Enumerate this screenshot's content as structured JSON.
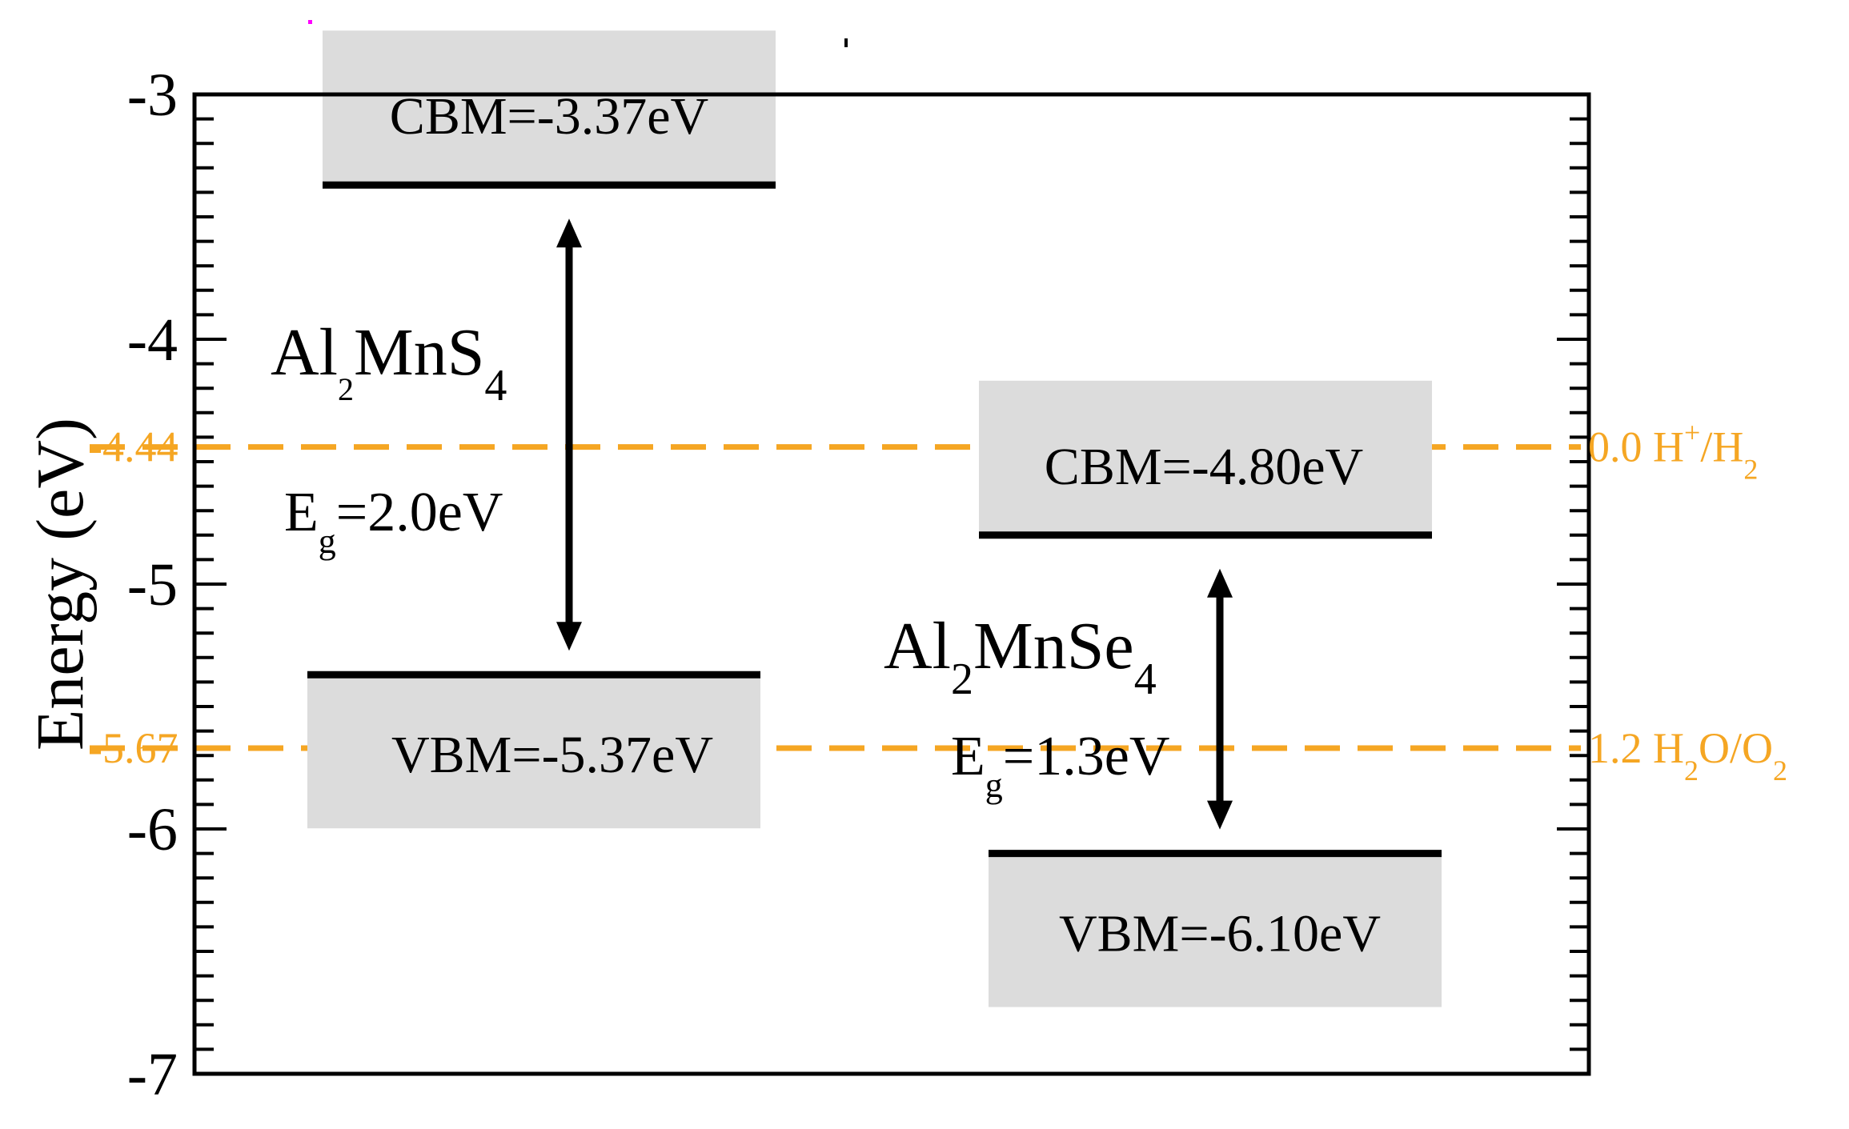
{
  "chart_data": {
    "type": "band-diagram",
    "ylabel": "Energy (eV)",
    "ylim": [
      -7,
      -3
    ],
    "y_ticks": [
      {
        "value": -3,
        "label": "-3"
      },
      {
        "value": -4,
        "label": "-4"
      },
      {
        "value": -5,
        "label": "-5"
      },
      {
        "value": -6,
        "label": "-6"
      },
      {
        "value": -7,
        "label": "-7"
      }
    ],
    "materials": [
      {
        "formula": {
          "a": "Al",
          "a_sub": "2",
          "b": "MnS",
          "b_sub": "4"
        },
        "cbm_value": -3.37,
        "vbm_value": -5.37,
        "cbm_label": "CBM=-3.37eV",
        "vbm_label": "VBM=-5.37eV",
        "gap": {
          "e": "E",
          "sub": "g",
          "value": "=2.0eV"
        }
      },
      {
        "formula": {
          "a": "Al",
          "a_sub": "2",
          "b": "MnSe",
          "b_sub": "4"
        },
        "cbm_value": -4.8,
        "vbm_value": -6.1,
        "cbm_label": "CBM=-4.80eV",
        "vbm_label": "VBM=-6.10eV",
        "gap": {
          "e": "E",
          "sub": "g",
          "value": "=1.3eV"
        }
      }
    ],
    "reference_lines": [
      {
        "value": -4.44,
        "value_label": "-4.44",
        "right_parts": [
          "0.0 H",
          "+",
          "/H",
          "2"
        ],
        "color": "#f5a623"
      },
      {
        "value": -5.67,
        "value_label": "-5.67",
        "right_parts": [
          "1.2 H",
          "2",
          "O/O",
          "2"
        ],
        "color": "#f5a623"
      }
    ],
    "grid": false,
    "colors": {
      "axis": "#000000",
      "box": "#dcdcdc",
      "reference": "#f5a623"
    }
  }
}
